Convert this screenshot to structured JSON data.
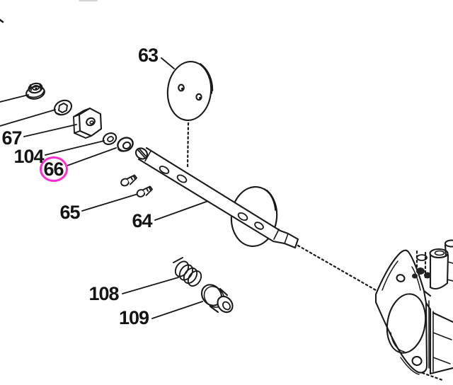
{
  "diagram": {
    "background_color": "#ffffff",
    "line_color": "#1a1a1a",
    "highlight": {
      "color": "#ff2dd2",
      "highlighted_label": "66"
    },
    "labels": [
      {
        "label": "63"
      },
      {
        "label": "67"
      },
      {
        "label": "104"
      },
      {
        "label": "66"
      },
      {
        "label": "65"
      },
      {
        "label": "64"
      },
      {
        "label": "108"
      },
      {
        "label": "109"
      }
    ]
  }
}
